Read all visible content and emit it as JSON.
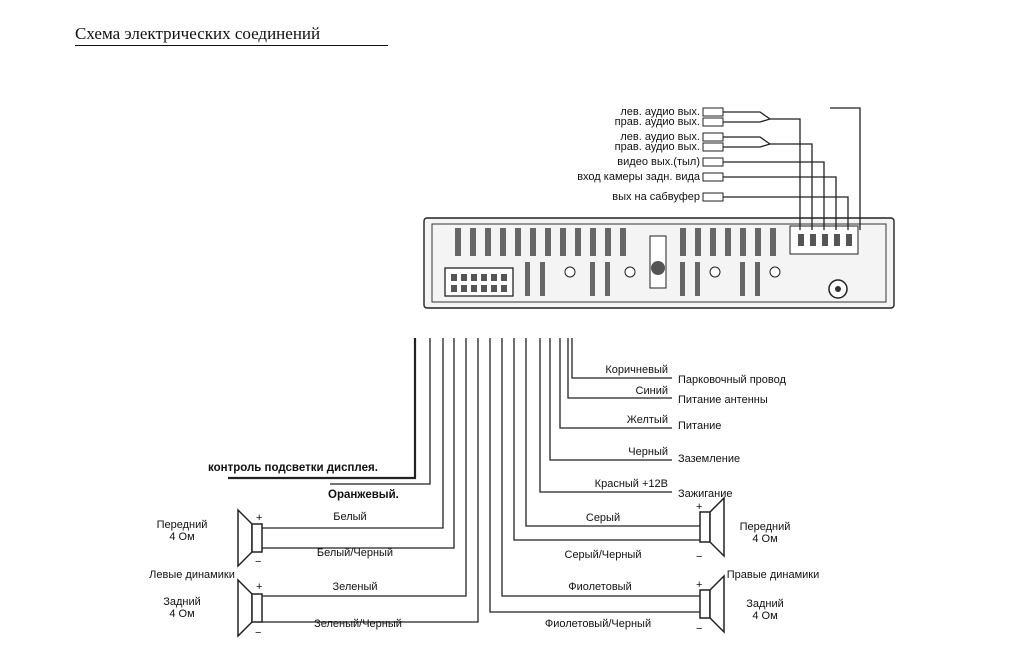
{
  "title": "Схема электрических соединений",
  "rca_outputs": [
    "лев. аудио вых.",
    "прав. аудио вых.",
    "лев. аудио вых.",
    "прав. аудио вых.",
    "видео вых.(тыл)",
    "вход камеры задн. вида",
    "вых на сабвуфер"
  ],
  "power_wires": [
    {
      "color": "Коричневый",
      "function": "Парковочный провод"
    },
    {
      "color": "Синий",
      "function": "Питание антенны"
    },
    {
      "color": "Желтый",
      "function": "Питание"
    },
    {
      "color": "Черный",
      "function": "Заземление"
    },
    {
      "color": "Красный +12В",
      "function": "Зажигание"
    }
  ],
  "backlight_label": "контроль подсветки дисплея.",
  "backlight_wire": "Оранжевый.",
  "left_speakers": {
    "group": "Левые динамики",
    "front": {
      "name": "Передний",
      "impedance": "4 Ом",
      "plus_wire": "Белый",
      "minus_wire": "Белый/Черный"
    },
    "rear": {
      "name": "Задний",
      "impedance": "4 Ом",
      "plus_wire": "Зеленый",
      "minus_wire": "Зеленый/Черный"
    }
  },
  "right_speakers": {
    "group": "Правые динамики",
    "front": {
      "name": "Передний",
      "impedance": "4 Ом",
      "plus_wire": "Серый",
      "minus_wire": "Серый/Черный"
    },
    "rear": {
      "name": "Задний",
      "impedance": "4 Ом",
      "plus_wire": "Фиолетовый",
      "minus_wire": "Фиолетовый/Черный"
    }
  },
  "polarity": {
    "plus": "+",
    "minus": "−"
  }
}
